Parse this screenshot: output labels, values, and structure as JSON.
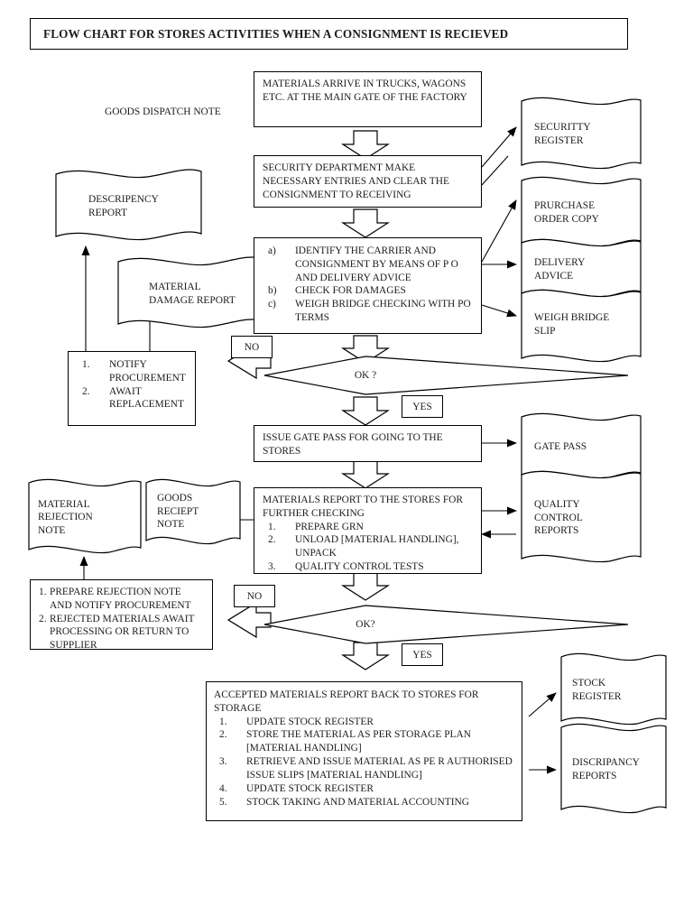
{
  "title": "FLOW CHART FOR STORES ACTIVITIES WHEN A CONSIGNMENT IS RECIEVED",
  "labels": {
    "goods_dispatch_note": "GOODS DISPATCH NOTE"
  },
  "process": {
    "arrival": "MATERIALS ARRIVE IN TRUCKS, WAGONS ETC. AT THE MAIN GATE OF THE FACTORY",
    "security": "SECURITY DEPARTMENT MAKE NECESSARY ENTRIES AND CLEAR THE CONSIGNMENT TO RECEIVING",
    "identify": {
      "items": [
        {
          "marker": "a)",
          "text": "IDENTIFY THE CARRIER AND CONSIGNMENT BY MEANS OF  P O AND DELIVERY ADVICE"
        },
        {
          "marker": "b)",
          "text": "CHECK FOR DAMAGES"
        },
        {
          "marker": "c)",
          "text": "WEIGH BRIDGE CHECKING WITH PO TERMS"
        }
      ]
    },
    "notify": {
      "items": [
        {
          "marker": "1.",
          "text": "NOTIFY PROCUREMENT"
        },
        {
          "marker": "2.",
          "text": "AWAIT REPLACEMENT"
        }
      ]
    },
    "gatepass": "ISSUE GATE PASS FOR GOING TO THE STORES",
    "stores": {
      "lead": "MATERIALS REPORT TO THE STORES FOR FURTHER CHECKING",
      "items": [
        {
          "marker": "1.",
          "text": "PREPARE  GRN"
        },
        {
          "marker": "2.",
          "text": "UNLOAD [MATERIAL HANDLING], UNPACK"
        },
        {
          "marker": "3.",
          "text": "QUALITY CONTROL TESTS"
        }
      ]
    },
    "rejection": {
      "items": [
        {
          "marker": "1.",
          "text": "PREPARE REJECTION NOTE AND NOTIFY PROCUREMENT"
        },
        {
          "marker": "2.",
          "text": "REJECTED MATERIALS AWAIT PROCESSING OR RETURN TO SUPPLIER"
        }
      ]
    },
    "accepted": {
      "lead": "ACCEPTED MATERIALS REPORT BACK TO STORES FOR STORAGE",
      "items": [
        {
          "marker": "1.",
          "text": "UPDATE STOCK REGISTER"
        },
        {
          "marker": "2.",
          "text": "STORE THE MATERIAL AS PER STORAGE PLAN [MATERIAL HANDLING]"
        },
        {
          "marker": "3.",
          "text": "RETRIEVE AND ISSUE MATERIAL AS PE R AUTHORISED ISSUE SLIPS [MATERIAL HANDLING]"
        },
        {
          "marker": "4.",
          "text": "UPDATE STOCK REGISTER"
        },
        {
          "marker": "5.",
          "text": "STOCK TAKING AND MATERIAL ACCOUNTING"
        }
      ]
    }
  },
  "decisions": {
    "ok1": {
      "label": "OK ?",
      "no": "NO",
      "yes": "YES"
    },
    "ok2": {
      "label": "OK?",
      "no": "NO",
      "yes": "YES"
    }
  },
  "documents": {
    "descripency_report": [
      "DESCRIPENCY",
      "REPORT"
    ],
    "material_damage_report": [
      "MATERIAL",
      "DAMAGE REPORT"
    ],
    "security_register": [
      "SECURITTY",
      "REGISTER"
    ],
    "purchase_order_copy": [
      "PRURCHASE",
      "ORDER COPY"
    ],
    "delivery_advice": [
      "DELIVERY",
      "ADVICE"
    ],
    "weigh_bridge_slip": [
      "WEIGH  BRIDGE",
      "SLIP"
    ],
    "gate_pass": [
      "GATE PASS"
    ],
    "quality_control_reports": [
      "QUALITY",
      "CONTROL",
      "REPORTS"
    ],
    "material_rejection_note": [
      "MATERIAL",
      "REJECTION",
      "NOTE"
    ],
    "goods_reciept_note": [
      "GOODS",
      "RECIEPT",
      "NOTE"
    ],
    "stock_register": [
      "STOCK",
      "REGISTER"
    ],
    "discripancy_reports": [
      "DISCRIPANCY",
      "REPORTS"
    ]
  },
  "colors": {
    "stroke": "#000000",
    "background": "#ffffff"
  }
}
